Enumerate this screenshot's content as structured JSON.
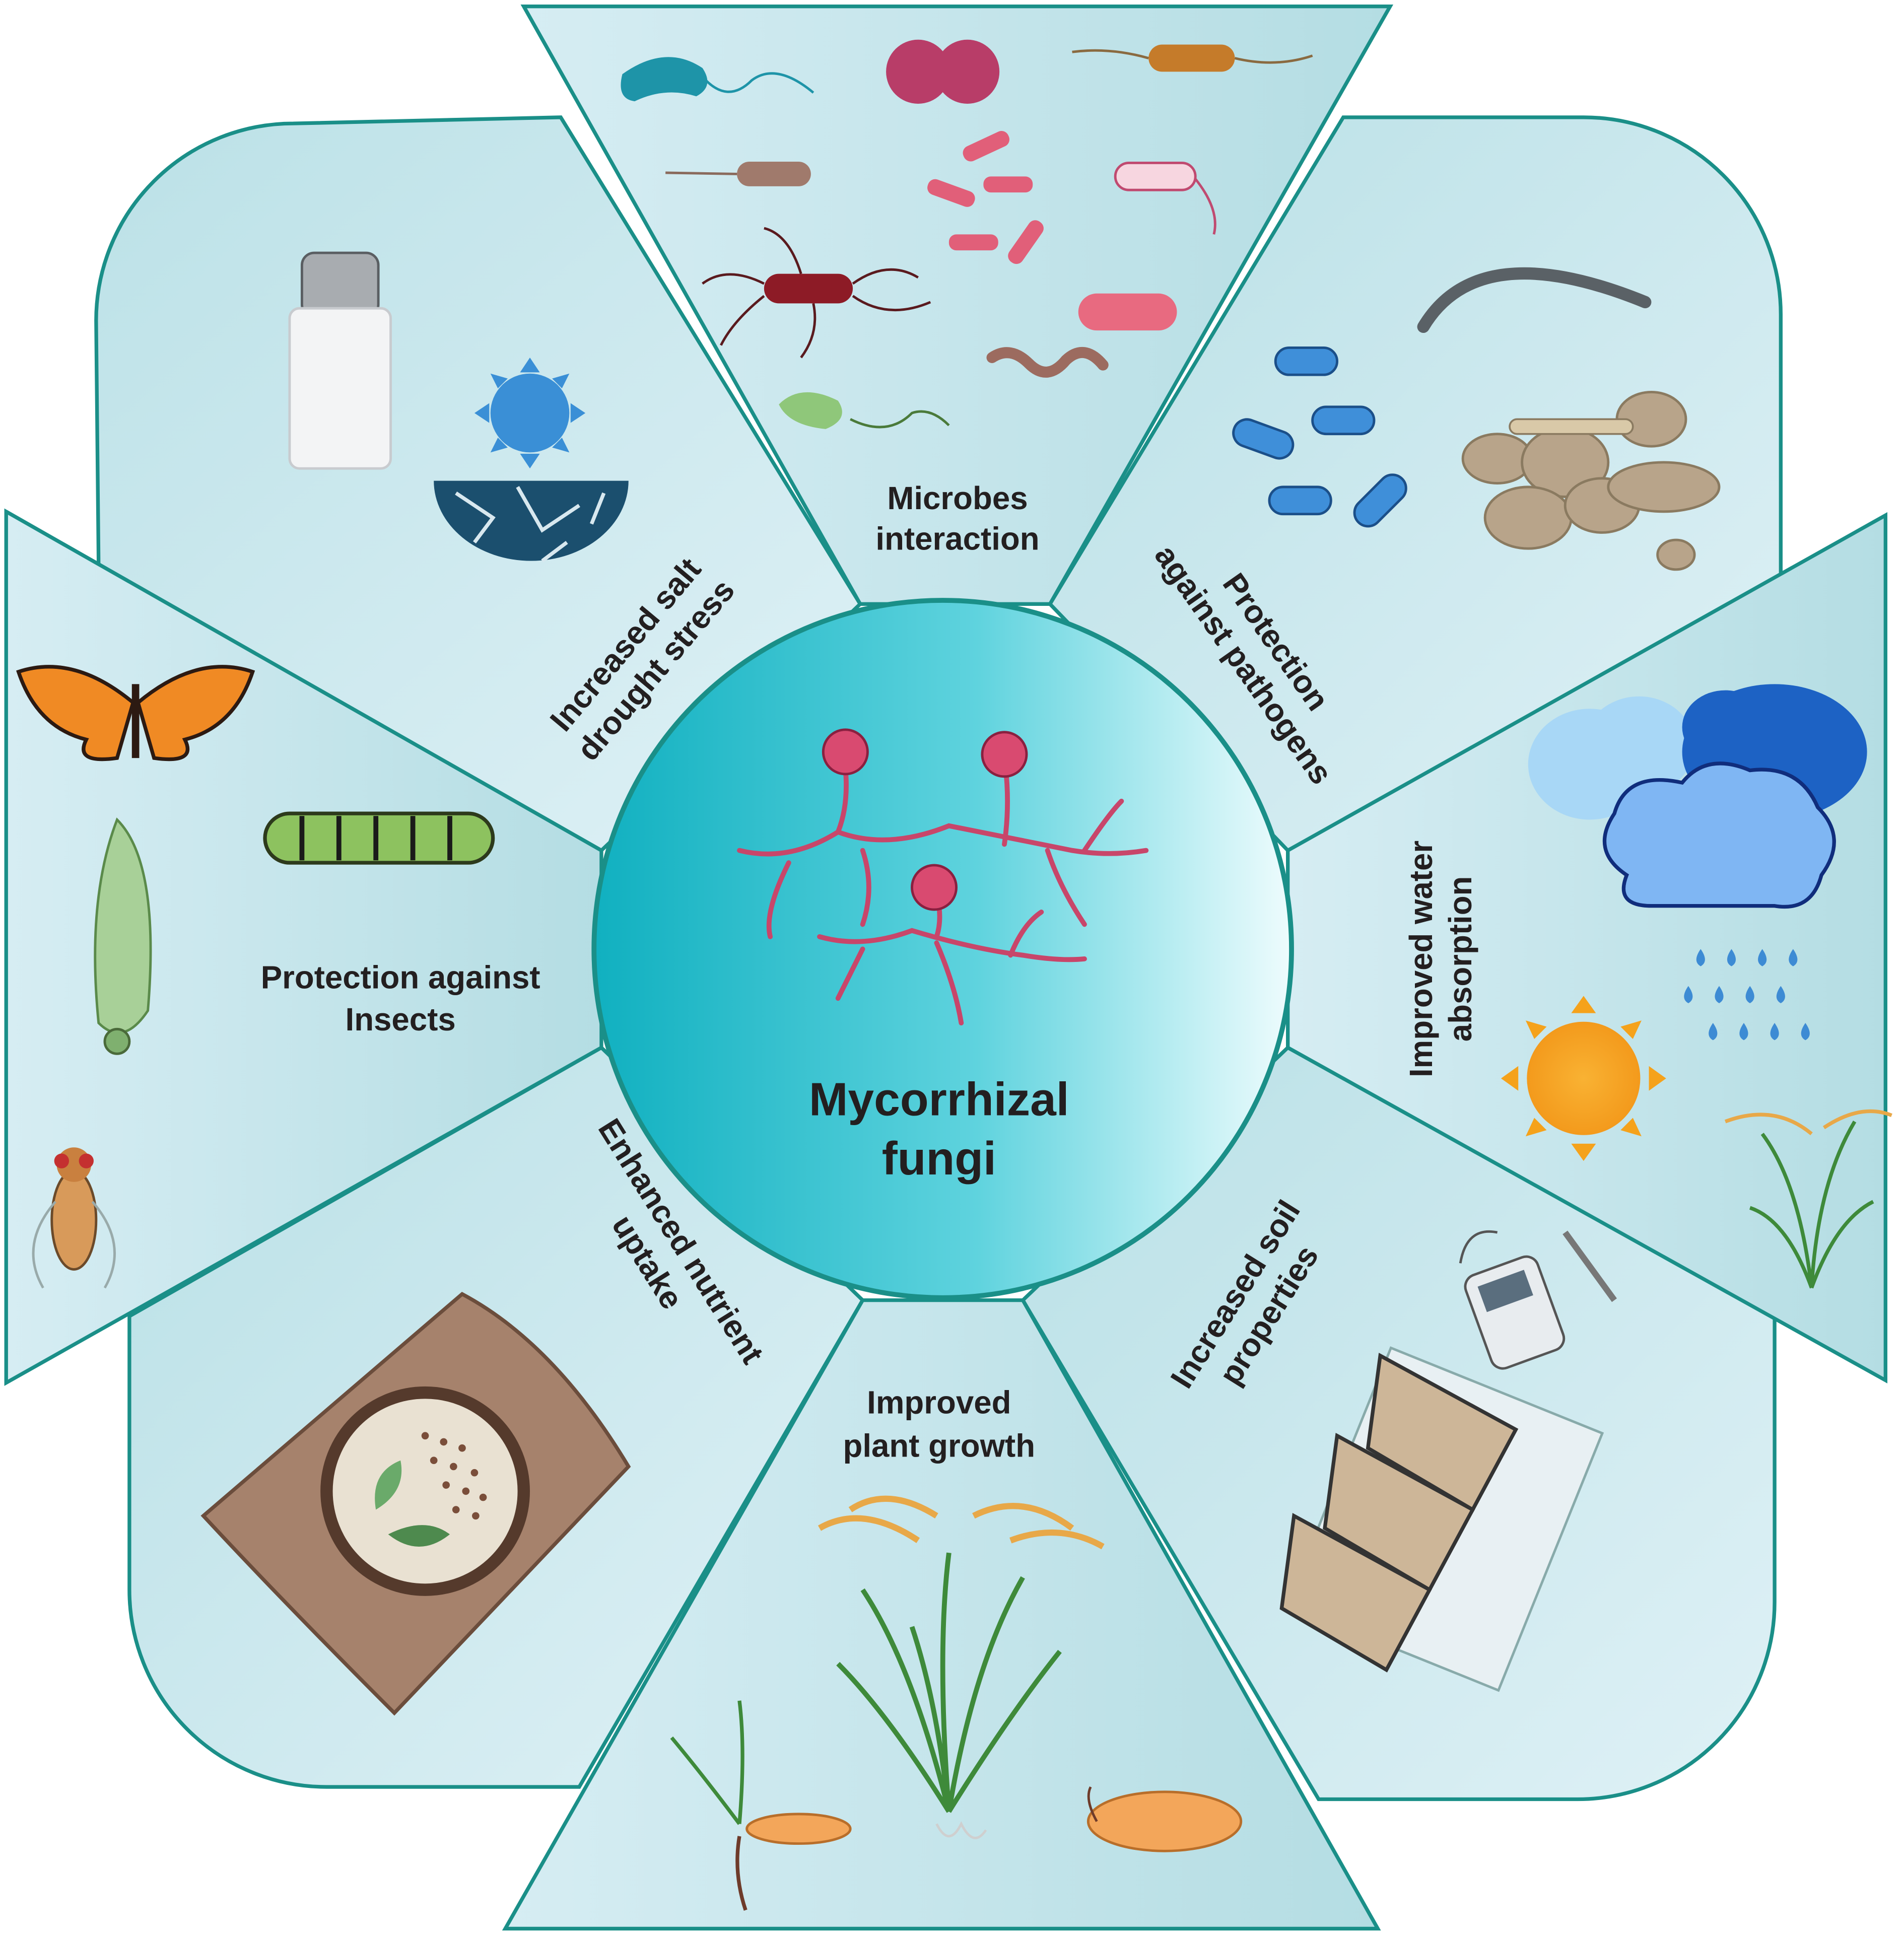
{
  "center": {
    "title_line1": "Mycorrhizal",
    "title_line2": "fungi"
  },
  "segments": {
    "microbes": {
      "line1": "Microbes",
      "line2": "interaction"
    },
    "pathogens": {
      "line1": "Protection",
      "line2": "against pathogens"
    },
    "water": {
      "line1": "Improved water",
      "line2": "absorption"
    },
    "soil": {
      "line1": "Increased soil",
      "line2": "properties"
    },
    "growth": {
      "line1": "Improved",
      "line2": "plant growth"
    },
    "nutrient": {
      "line1": "Enhanced nutrient",
      "line2": "uptake"
    },
    "insects": {
      "line1": "Protection against",
      "line2": "Insects"
    },
    "salt": {
      "line1": "Increased salt",
      "line2": "drought stress"
    }
  },
  "colors": {
    "border": "#1a8f88",
    "panel": "#c9e8ec",
    "panel_light": "#e6f4f8",
    "center_dark": "#12b3c2",
    "center_light": "#ecfbfd",
    "hyphae": "#c8466a"
  }
}
